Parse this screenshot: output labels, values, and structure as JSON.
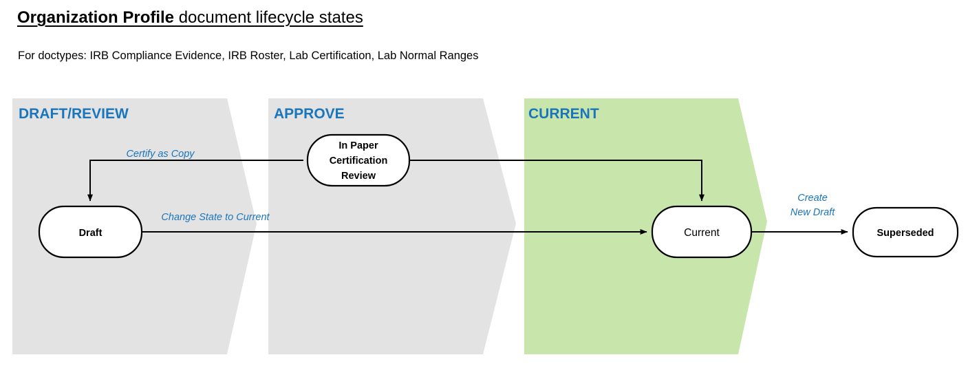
{
  "header": {
    "title_strong": "Organization Profile",
    "title_rest": " document lifecycle states",
    "subtitle": "For doctypes: IRB Compliance Evidence, IRB Roster, Lab Certification, Lab Normal Ranges"
  },
  "colors": {
    "lane_gray": "#e3e3e3",
    "lane_green": "#c8e6ac",
    "lane_label_blue": "#1b75bb",
    "edge_label_blue": "#1b75bb",
    "node_fill": "#ffffff",
    "node_stroke": "#000000",
    "page_background": "#ffffff"
  },
  "chart_data": {
    "type": "diagram",
    "title": "Organization Profile document lifecycle states",
    "subtitle": "For doctypes: IRB Compliance Evidence, IRB Roster, Lab Certification, Lab Normal Ranges",
    "lanes": [
      {
        "id": "draft-review",
        "label": "DRAFT/REVIEW",
        "fill": "#e3e3e3"
      },
      {
        "id": "approve",
        "label": "APPROVE",
        "fill": "#e3e3e3"
      },
      {
        "id": "current",
        "label": "CURRENT",
        "fill": "#c8e6ac"
      }
    ],
    "nodes": [
      {
        "id": "draft",
        "label": "Draft",
        "lane": "draft-review"
      },
      {
        "id": "in-paper-certification-review",
        "label": "In Paper\nCertification\nReview",
        "label_lines": [
          "In Paper",
          "Certification",
          "Review"
        ],
        "lane": "approve"
      },
      {
        "id": "current",
        "label": "Current",
        "lane": "current"
      },
      {
        "id": "superseded",
        "label": "Superseded",
        "lane": "none"
      }
    ],
    "edges": [
      {
        "id": "draft-to-review",
        "from": "draft",
        "to": "in-paper-certification-review",
        "label": "Certify as Copy",
        "label_lines": [
          "Certify as Copy"
        ]
      },
      {
        "id": "review-to-current",
        "from": "in-paper-certification-review",
        "to": "current",
        "label": ""
      },
      {
        "id": "draft-to-current",
        "from": "draft",
        "to": "current",
        "label": "Change State to Current",
        "label_lines": [
          "Change State to Current"
        ]
      },
      {
        "id": "current-to-superseded",
        "from": "current",
        "to": "superseded",
        "label": "Create New Draft",
        "label_lines": [
          "Create",
          "New Draft"
        ]
      }
    ]
  },
  "nodes": {
    "draft": {
      "label": "Draft"
    },
    "review": {
      "line1": "In Paper",
      "line2": "Certification",
      "line3": "Review"
    },
    "current": {
      "label": "Current"
    },
    "superseded": {
      "label": "Superseded"
    }
  },
  "lanes": {
    "draft_review": {
      "label": "DRAFT/REVIEW"
    },
    "approve": {
      "label": "APPROVE"
    },
    "current": {
      "label": "CURRENT"
    }
  },
  "edge_labels": {
    "certify_as_copy": "Certify as Copy",
    "change_state_to_current": "Change State to Current",
    "create_new_draft_line1": "Create",
    "create_new_draft_line2": "New Draft"
  }
}
